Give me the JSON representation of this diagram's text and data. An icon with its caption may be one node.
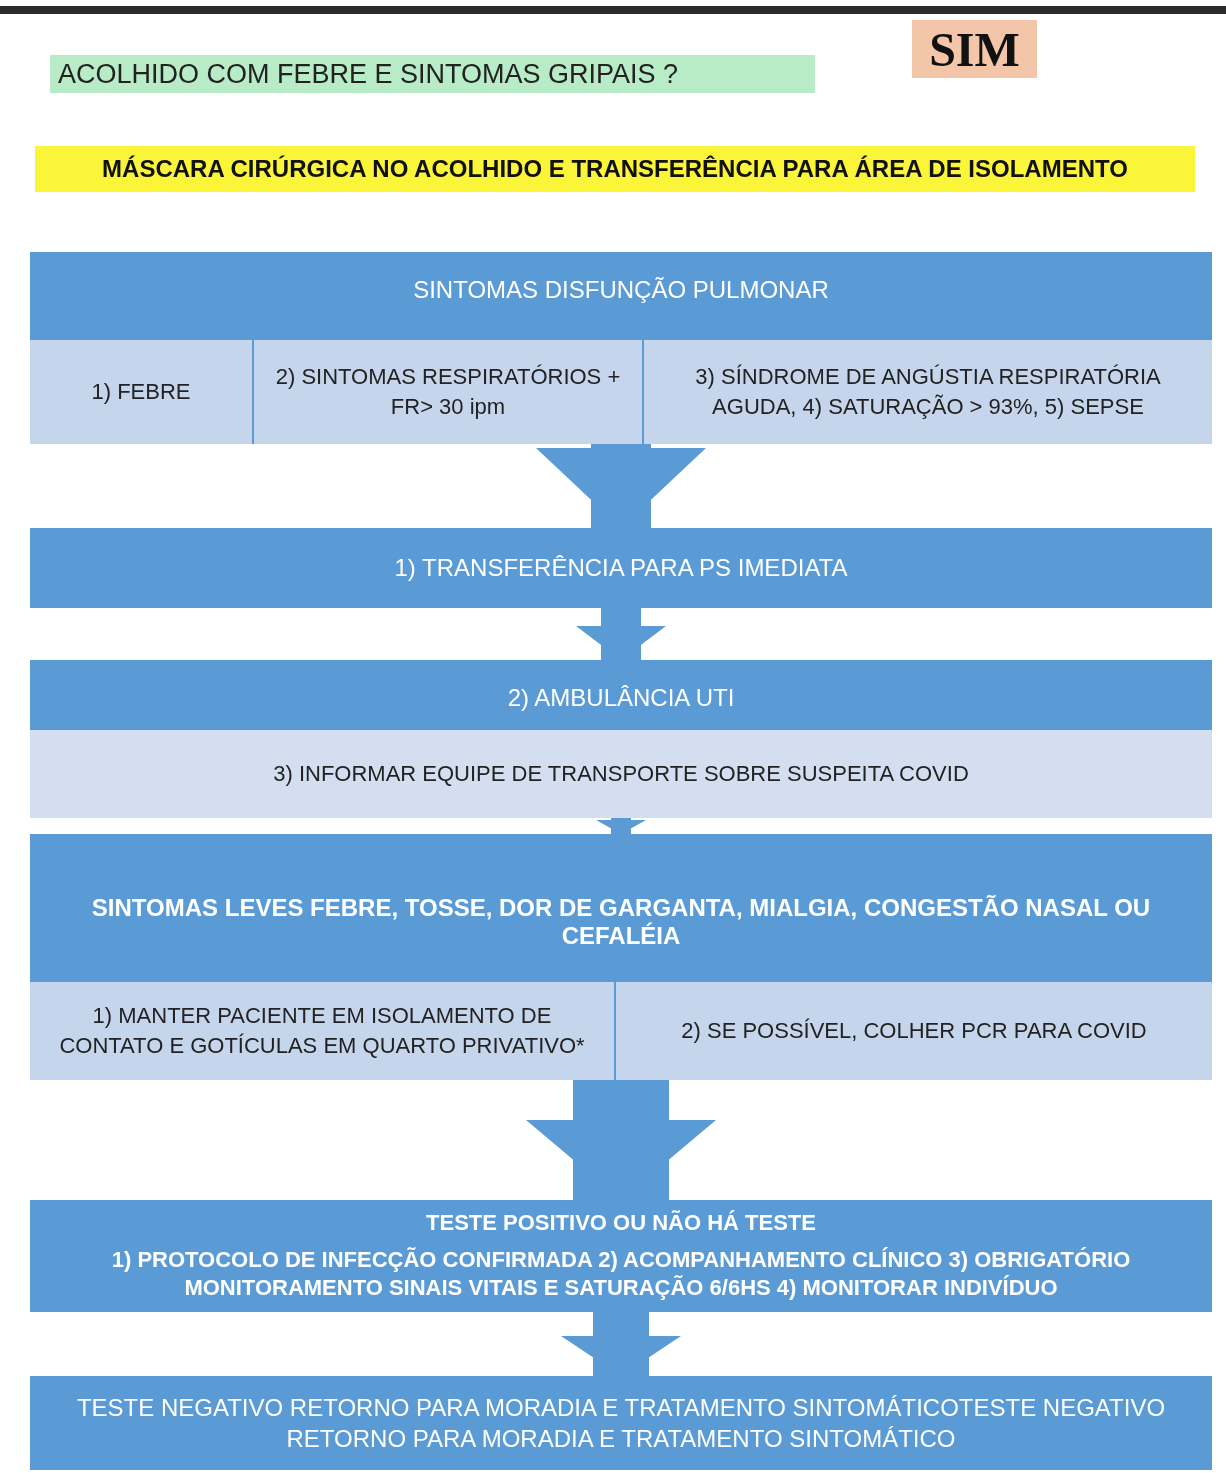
{
  "diagram": {
    "nodes": [
      {
        "text": [
          "ACOLHIDO COM FEBRE E SINTOMAS GRIPAIS ?"
        ]
      },
      {
        "text": [
          "SIM"
        ]
      },
      {
        "text": [
          "MÁSCARA CIRÚRGICA NO ACOLHIDO E TRANSFERÊNCIA PARA ÁREA DE ISOLAMENTO"
        ]
      },
      {
        "text": [
          "SINTOMAS DISFUNÇÃO PULMONAR"
        ]
      },
      {
        "text": [
          "1) FEBRE"
        ],
        "in": 3
      },
      {
        "text": [
          "2) SINTOMAS RESPIRATÓRIOS + FR> 30 ipm"
        ],
        "in": 3
      },
      {
        "text": [
          "3) SÍNDROME DE ANGÚSTIA RESPIRATÓRIA AGUDA, 4) SATURAÇÃO > 93%, 5) SEPSE"
        ],
        "in": 3
      },
      {
        "text": [
          "1) TRANSFERÊNCIA PARA PS IMEDIATA"
        ]
      },
      {
        "text": [
          "2) AMBULÂNCIA UTI"
        ]
      },
      {
        "text": [
          "3) INFORMAR EQUIPE DE TRANSPORTE SOBRE SUSPEITA COVID"
        ],
        "in": 8
      },
      {
        "text": [
          "SINTOMAS LEVES FEBRE, TOSSE, DOR DE GARGANTA, MIALGIA, CONGESTÃO NASAL OU CEFALÉIA"
        ]
      },
      {
        "text": [
          "1) MANTER PACIENTE EM ISOLAMENTO DE CONTATO E GOTÍCULAS EM QUARTO PRIVATIVO*"
        ],
        "in": 10
      },
      {
        "text": [
          "2) SE POSSÍVEL, COLHER PCR PARA COVID"
        ],
        "in": 10
      },
      {
        "text": [
          "TESTE POSITIVO OU NÃO HÁ TESTE",
          "1) PROTOCOLO DE INFECÇÃO CONFIRMADA 2) ACOMPANHAMENTO CLÍNICO 3) OBRIGATÓRIO MONITORAMENTO SINAIS VITAIS E SATURAÇÃO 6/6HS 4) MONITORAR INDIVÍDUO"
        ]
      },
      {
        "text": [
          "TESTE NEGATIVO RETORNO PARA MORADIA E TRATAMENTO SINTOMÁTICOTESTE NEGATIVO RETORNO PARA MORADIA E TRATAMENTO SINTOMÁTICO"
        ]
      }
    ],
    "edges": [
      {
        "from": 3,
        "to": 7,
        "arrow": "to"
      },
      {
        "from": 7,
        "to": 8,
        "arrow": "to"
      },
      {
        "from": 8,
        "to": 10,
        "arrow": "to"
      },
      {
        "from": 10,
        "to": 13,
        "arrow": "to"
      },
      {
        "from": 13,
        "to": 14,
        "arrow": "to"
      }
    ]
  }
}
